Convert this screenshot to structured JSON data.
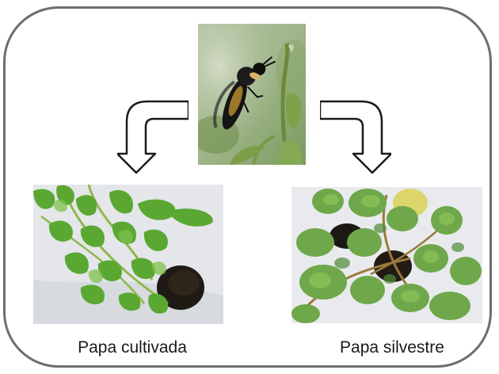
{
  "captions": {
    "cultivated": "Papa cultivada",
    "wild": "Papa silvestre"
  },
  "colors": {
    "frame_border": "#6e6e6e",
    "arrow_stroke": "#1a1a1a",
    "arrow_fill": "#ffffff",
    "leaf_green": "#5aa832",
    "background": "#ffffff"
  },
  "images": {
    "insect": "insect-on-plant-photo",
    "cultivated": "cultivated-potato-plant-photo",
    "wild": "wild-potato-plant-photo"
  }
}
